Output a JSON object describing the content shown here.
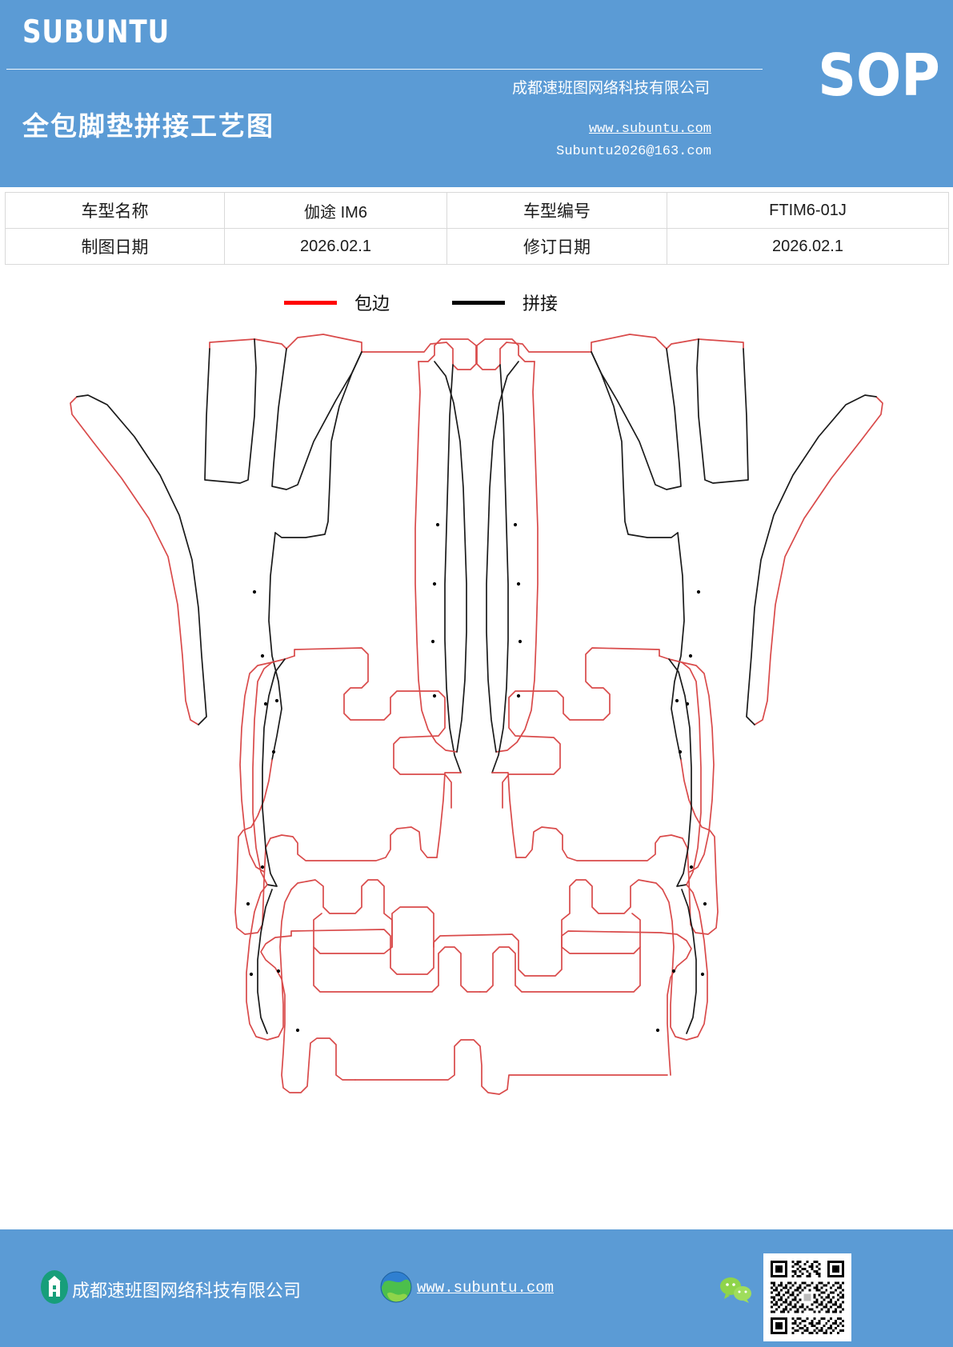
{
  "header": {
    "brand": "SUBUNTU",
    "doc_title": "全包脚垫拼接工艺图",
    "company": "成都速班图网络科技有限公司",
    "url": "www.subuntu.com",
    "email": "Subuntu2026@163.com",
    "badge": "SOP",
    "bg_color": "#5b9bd5"
  },
  "info_table": {
    "rows": [
      {
        "label1": "车型名称",
        "value1": "伽途 IM6",
        "label2": "车型编号",
        "value2": "FTIM6-01J"
      },
      {
        "label1": "制图日期",
        "value1": "2026.02.1",
        "label2": "修订日期",
        "value2": "2026.02.1"
      }
    ]
  },
  "legend": {
    "items": [
      {
        "label": "包边",
        "color": "#ff0000",
        "icon": "red-line-swatch"
      },
      {
        "label": "拼接",
        "color": "#000000",
        "icon": "black-line-swatch"
      }
    ]
  },
  "drawing": {
    "title": "全包脚垫拼接工艺图",
    "binding_color": "#d94a4a",
    "splice_color": "#1a1a1a",
    "marker_color": "#000000",
    "pieces": [
      {
        "name": "front-left-mat",
        "row": "front",
        "side": "left"
      },
      {
        "name": "front-right-mat",
        "row": "front",
        "side": "right"
      },
      {
        "name": "second-row-mat",
        "row": "second",
        "side": "center"
      },
      {
        "name": "third-row-mat",
        "row": "third",
        "side": "center"
      }
    ]
  },
  "footer": {
    "company": "成都速班图网络科技有限公司",
    "url": "www.subuntu.com",
    "bg_color": "#5b9bd5",
    "icons": [
      "building-icon",
      "globe-icon",
      "wechat-icon",
      "qr-code"
    ]
  }
}
